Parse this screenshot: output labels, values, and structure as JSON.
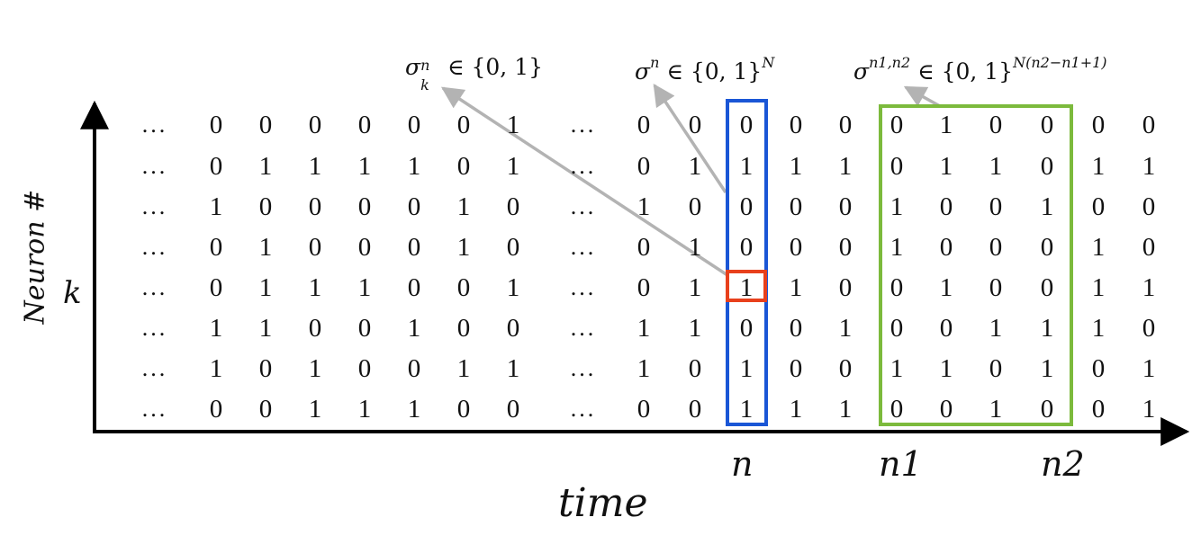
{
  "annotations": {
    "sigma_k_n": {
      "symbol": "σ",
      "sub": "k",
      "sup": "n",
      "relation": "∈",
      "set": "{0, 1}",
      "set_sup": ""
    },
    "sigma_n": {
      "symbol": "σ",
      "sub": "",
      "sup": "n",
      "relation": "∈",
      "set": "{0, 1}",
      "set_sup": "N"
    },
    "sigma_n1_n2": {
      "symbol": "σ",
      "sub": "",
      "sup": "n1,n2",
      "relation": "∈",
      "set": "{0, 1}",
      "set_sup": "N(n2−n1+1)"
    }
  },
  "axes": {
    "y_label": "Neuron #",
    "x_label": "time",
    "row_marker": "k",
    "col_markers": {
      "n": "n",
      "n1": "n1",
      "n2": "n2"
    }
  },
  "ellipsis": "...",
  "matrix": {
    "left_block": [
      [
        "0",
        "0",
        "0",
        "0",
        "0",
        "0",
        "1"
      ],
      [
        "0",
        "1",
        "1",
        "1",
        "1",
        "0",
        "1"
      ],
      [
        "1",
        "0",
        "0",
        "0",
        "0",
        "1",
        "0"
      ],
      [
        "0",
        "1",
        "0",
        "0",
        "0",
        "1",
        "0"
      ],
      [
        "0",
        "1",
        "1",
        "1",
        "0",
        "0",
        "1"
      ],
      [
        "1",
        "1",
        "0",
        "0",
        "1",
        "0",
        "0"
      ],
      [
        "1",
        "0",
        "1",
        "0",
        "0",
        "1",
        "1"
      ],
      [
        "0",
        "0",
        "1",
        "1",
        "1",
        "0",
        "0"
      ]
    ],
    "right_block": [
      [
        "0",
        "0",
        "0",
        "0",
        "0",
        "0",
        "1",
        "0",
        "0",
        "0",
        "0"
      ],
      [
        "0",
        "1",
        "1",
        "1",
        "1",
        "0",
        "1",
        "1",
        "0",
        "1",
        "1"
      ],
      [
        "1",
        "0",
        "0",
        "0",
        "0",
        "1",
        "0",
        "0",
        "1",
        "0",
        "0"
      ],
      [
        "0",
        "1",
        "0",
        "0",
        "0",
        "1",
        "0",
        "0",
        "0",
        "1",
        "0"
      ],
      [
        "0",
        "1",
        "1",
        "1",
        "0",
        "0",
        "1",
        "0",
        "0",
        "1",
        "1"
      ],
      [
        "1",
        "1",
        "0",
        "0",
        "1",
        "0",
        "0",
        "1",
        "1",
        "1",
        "0"
      ],
      [
        "1",
        "0",
        "1",
        "0",
        "0",
        "1",
        "1",
        "0",
        "1",
        "0",
        "1"
      ],
      [
        "0",
        "0",
        "1",
        "1",
        "1",
        "0",
        "0",
        "1",
        "0",
        "0",
        "1"
      ]
    ]
  },
  "colors": {
    "blue_box": "#1a56d6",
    "red_box": "#e8401c",
    "green_box": "#7cba3c",
    "arrow_gray": "#b3b3b3",
    "axis": "#000000"
  }
}
